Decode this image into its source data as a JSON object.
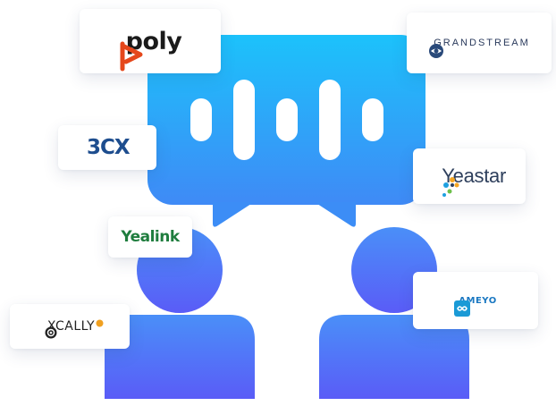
{
  "partners": {
    "poly": {
      "label": "poly",
      "icon": "poly-logo-icon",
      "color": "#e5471b"
    },
    "grandstream": {
      "label": "GRANDSTREAM",
      "icon": "grandstream-logo-icon",
      "color": "#2a3a5c"
    },
    "threecx": {
      "label": "3CX",
      "icon": "3cx-logo-icon",
      "color": "#1d4d8e"
    },
    "yeastar": {
      "label": "Yeastar",
      "icon": "yeastar-star-icon",
      "color": "#2e3f5c"
    },
    "yealink": {
      "label": "Yealink",
      "icon": "yealink-logo-icon",
      "color": "#1f7d3e"
    },
    "ameyo": {
      "label": "AMEYO",
      "icon": "ameyo-infinity-icon",
      "color": "#1a78c2"
    },
    "xcally": {
      "label": "XCALLY",
      "icon": "xcally-logo-icon",
      "color": "#222222"
    }
  },
  "illustration": {
    "icons": [
      "speech-bubble-icon",
      "voice-wave-icon",
      "person-left-icon",
      "person-right-icon"
    ],
    "bubble_color_top": "#1ebff9",
    "bubble_color_bottom": "#3f8cf6",
    "person_color_top": "#4a8bf7",
    "person_color_bottom": "#5a5ef7"
  }
}
